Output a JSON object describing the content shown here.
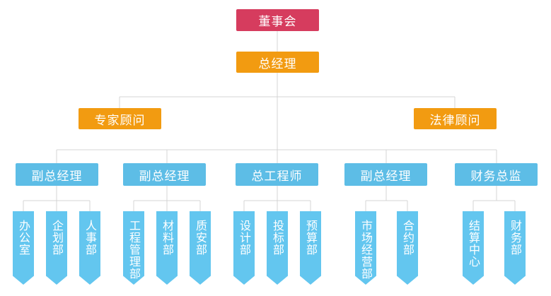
{
  "chart": {
    "board": "董事会",
    "gm": "总经理",
    "advisors": [
      "专家顾问",
      "法律顾问"
    ],
    "managers": [
      {
        "title": "副总经理",
        "depts": [
          "办公室",
          "企划部",
          "人事部"
        ]
      },
      {
        "title": "副总经理",
        "depts": [
          "工程管理部",
          "材料部",
          "质安部"
        ]
      },
      {
        "title": "总工程师",
        "depts": [
          "设计部",
          "投标部",
          "预算部"
        ]
      },
      {
        "title": "副总经理",
        "depts": [
          "市场经营部",
          "合约部"
        ]
      },
      {
        "title": "财务总监",
        "depts": [
          "结算中心",
          "财务部"
        ]
      }
    ]
  },
  "colors": {
    "board": "#d63c5e",
    "orange": "#f29b11",
    "manager": "#5dbde6",
    "department": "#63c6ef",
    "connector": "#d4d4d4"
  }
}
